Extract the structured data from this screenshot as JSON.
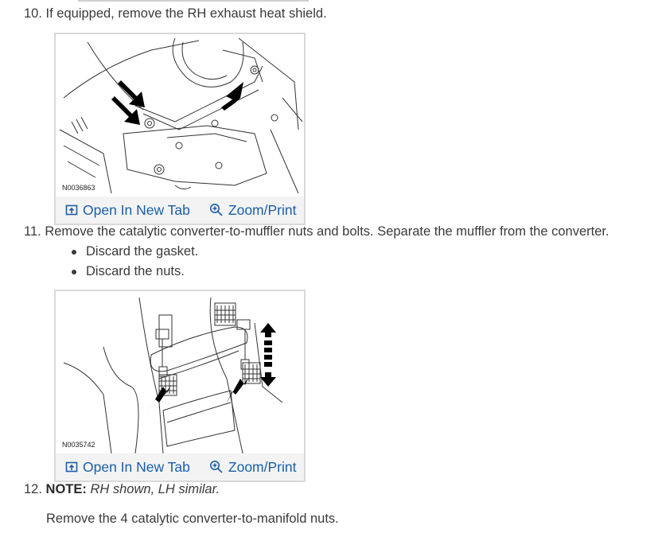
{
  "steps": [
    {
      "number": "10.",
      "text": "If equipped, remove the RH exhaust heat shield."
    },
    {
      "number": "11.",
      "text": "Remove the catalytic converter-to-muffler nuts and bolts. Separate the muffler from the converter.",
      "bullets": [
        "Discard the gasket.",
        "Discard the nuts."
      ]
    },
    {
      "number": "12.",
      "note_label": "NOTE:",
      "note_text": "RH shown, LH similar.",
      "paragraph": "Remove the 4 catalytic converter-to-manifold nuts."
    }
  ],
  "figures": [
    {
      "id": "N0036863",
      "open_label": "Open In New Tab",
      "zoom_label": "Zoom/Print"
    },
    {
      "id": "N0035742",
      "open_label": "Open In New Tab",
      "zoom_label": "Zoom/Print"
    }
  ],
  "colors": {
    "link": "#1a5fa8",
    "text": "#3a3a3a",
    "frame": "#d9d9d9"
  },
  "icons": {
    "open": "open-in-new-tab-icon",
    "zoom": "zoom-in-icon"
  }
}
